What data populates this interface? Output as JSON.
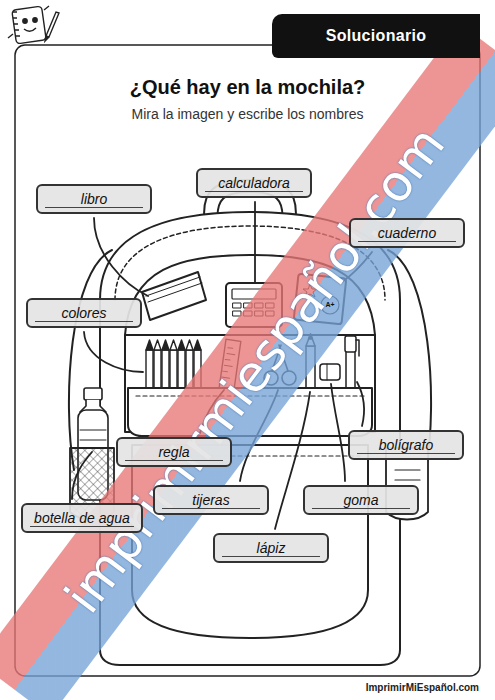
{
  "diagram": {
    "title": "¿Qué hay en la mochila?",
    "nodes": [
      {
        "text": [
          "Solucionario"
        ]
      },
      {
        "text": [
          "calculadora"
        ]
      },
      {
        "text": [
          "libro"
        ]
      },
      {
        "text": [
          "cuaderno"
        ]
      },
      {
        "text": [
          "colores"
        ]
      },
      {
        "text": [
          "bolígrafo"
        ]
      },
      {
        "text": [
          "regla"
        ]
      },
      {
        "text": [
          "tijeras"
        ]
      },
      {
        "text": [
          "goma"
        ]
      },
      {
        "text": [
          "botella de agua"
        ]
      },
      {
        "text": [
          "lápiz"
        ]
      }
    ],
    "labels": [
      "Mira la imagen y escribe los nombres",
      "A+",
      "imprimirmiespañol.com",
      "ImprimirMiEspañol.com"
    ]
  }
}
